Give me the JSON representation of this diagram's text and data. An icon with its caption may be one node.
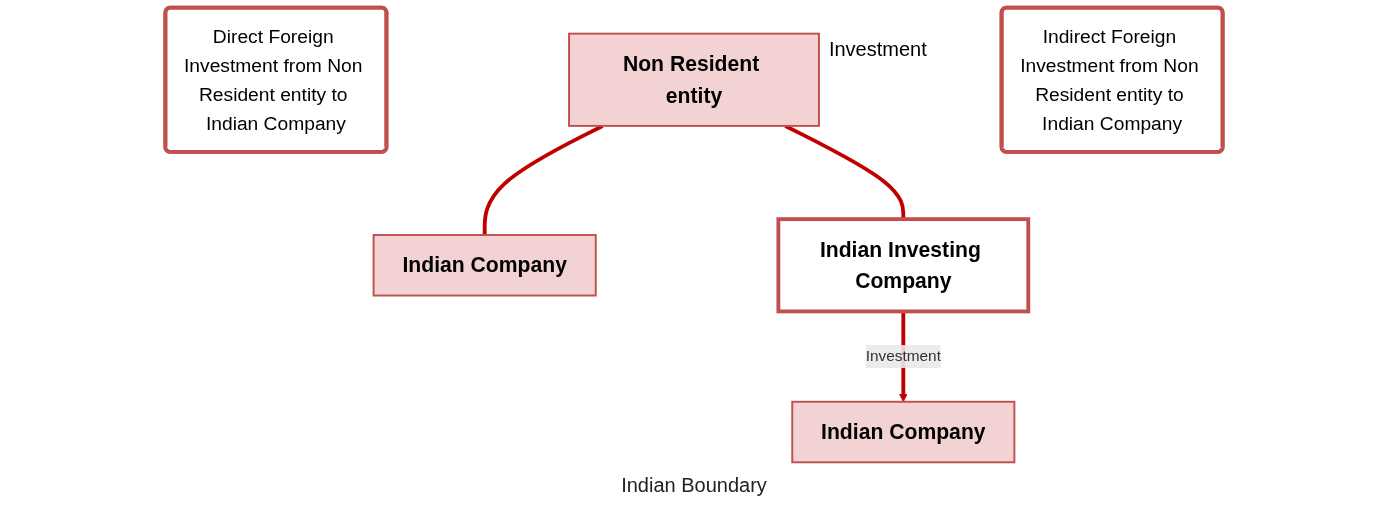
{
  "diagram": {
    "nodes": [
      {
        "text": [
          "Direct Foreign Investment from Non Resident entity to Indian Company"
        ]
      },
      {
        "text": [
          "Non Resident entity"
        ],
        "beside": [
          "Investment"
        ]
      },
      {
        "text": [
          "Indian Company"
        ]
      },
      {
        "text": [
          "Indian Investing Company"
        ]
      },
      {
        "text": [
          "Indian Company"
        ]
      },
      {
        "text": [
          "Indirect Foreign Investment from Non Resident entity to Indian Company"
        ]
      }
    ],
    "edges": [
      {
        "from": 1,
        "to": 2,
        "arrow": "none"
      },
      {
        "from": 1,
        "to": 3,
        "arrow": "none"
      },
      {
        "from": 3,
        "to": 4,
        "arrow": "to",
        "label": "Investment"
      }
    ],
    "labels": [
      "Indian Boundary"
    ]
  }
}
